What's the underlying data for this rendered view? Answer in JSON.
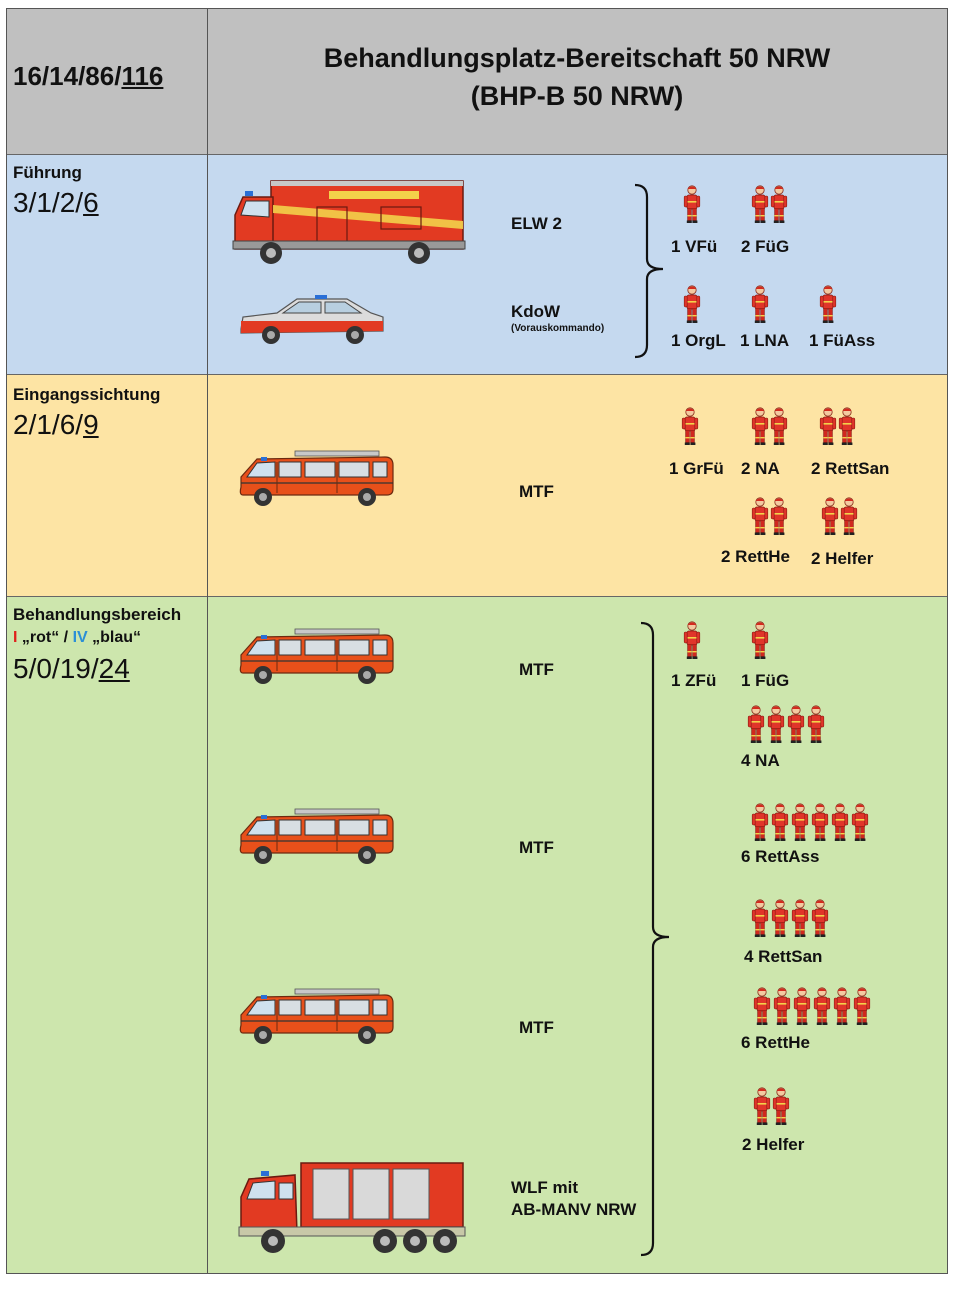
{
  "header": {
    "code_main": "16/14/86/",
    "code_total": "116",
    "title_line1": "Behandlungsplatz-Bereitschaft 50 NRW",
    "title_line2": "(BHP-B 50 NRW)"
  },
  "fuehrung": {
    "title": "Führung",
    "code_main": "3/1/2/",
    "code_total": "6",
    "vehicles": [
      {
        "label": "ELW 2",
        "sub": ""
      },
      {
        "label": "KdoW",
        "sub": "(Vorauskommando)"
      }
    ],
    "personnel": [
      "1 VFü",
      "2 FüG",
      "1 OrgL",
      "1 LNA",
      "1 FüAss"
    ]
  },
  "eingang": {
    "title": "Eingangssichtung",
    "code_main": "2/1/6/",
    "code_total": "9",
    "vehicles": [
      {
        "label": "MTF"
      }
    ],
    "personnel": [
      "1 GrFü",
      "2 NA",
      "2 RettSan",
      "2 RettHe",
      "2 Helfer"
    ]
  },
  "behandlung": {
    "title": "Behandlungsbereich",
    "sub_rot_mark": "I",
    "sub_rot": " „rot“ / ",
    "sub_blau_mark": "IV",
    "sub_blau": " „blau“",
    "code_main": "5/0/19/",
    "code_total": "24",
    "vehicles": [
      {
        "label": "MTF"
      },
      {
        "label": "MTF"
      },
      {
        "label": "MTF"
      },
      {
        "label": "WLF mit",
        "label2": "AB-MANV NRW"
      }
    ],
    "personnel": [
      "1 ZFü",
      "1 FüG",
      "4 NA",
      "6 RettAss",
      "4 RettSan",
      "6 RettHe",
      "2 Helfer"
    ]
  },
  "colors": {
    "header_bg": "#c0c0c0",
    "fuehrung_bg": "#c5d9ef",
    "eingang_bg": "#fde4a4",
    "behandlung_bg": "#cde6ad",
    "rot": "#e0201b",
    "blau": "#2b8fd6",
    "vehicle_red": "#e23a22",
    "mtf_orange": "#e8501a"
  },
  "icons": {
    "person": "firefighter-icon",
    "elw": "elw-truck-icon",
    "kdow": "kdow-car-icon",
    "mtf": "mtf-van-icon",
    "wlf": "wlf-truck-icon"
  }
}
